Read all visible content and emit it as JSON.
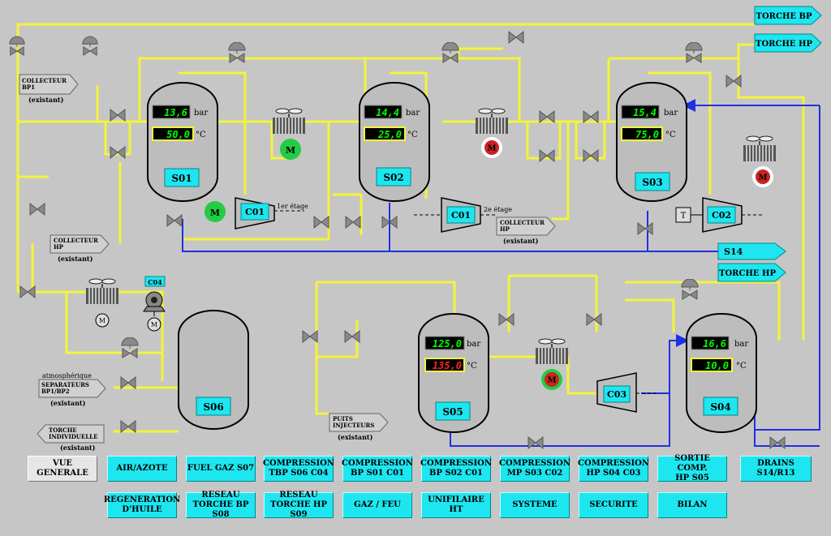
{
  "colors": {
    "background": "#c6c6c6",
    "pipe_yellow": "#f4f43a",
    "pipe_blue": "#2030e0",
    "button_cyan": "#1ee6f0",
    "motor_green": "#22cc44",
    "motor_red": "#cc2222",
    "display_green": "#00ff00",
    "display_red": "#ff2222"
  },
  "outlets": {
    "torche_bp": "TORCHE BP",
    "torche_hp_top": "TORCHE HP",
    "s14": "S14",
    "torche_hp_mid": "TORCHE HP"
  },
  "inlets": {
    "collecteur_bp1": {
      "label": "COLLECTEUR\nBP1",
      "note": "(existant)"
    },
    "collecteur_hp_left": {
      "label": "COLLECTEUR\nHP",
      "note": "(existant)"
    },
    "collecteur_hp_mid": {
      "label": "COLLECTEUR\nHP",
      "note": "(existant)"
    },
    "separateurs": {
      "label": "SEPARATEURS\nBP1/BP2",
      "top_note": "atmosphérique",
      "note": "(existant)"
    },
    "torche_indiv": {
      "label": "TORCHE\nINDIVIDUELLE",
      "note": "(existant)"
    },
    "puits": {
      "label": "PUITS\nINJECTEURS",
      "note": "(existant)"
    }
  },
  "vessels": {
    "s01": {
      "name": "S01",
      "pressure": "13,6",
      "temperature": "50,0",
      "pressure_unit": "bar",
      "temperature_unit": "°C"
    },
    "s02": {
      "name": "S02",
      "pressure": "14,4",
      "temperature": "25,0",
      "pressure_unit": "bar",
      "temperature_unit": "°C"
    },
    "s03": {
      "name": "S03",
      "pressure": "15,4",
      "temperature": "75,0",
      "pressure_unit": "bar",
      "temperature_unit": "°C"
    },
    "s05": {
      "name": "S05",
      "pressure": "125,0",
      "temperature": "135,0",
      "pressure_unit": "bar",
      "temperature_unit": "°C"
    },
    "s04": {
      "name": "S04",
      "pressure": "16,6",
      "temperature": "10,0",
      "pressure_unit": "bar",
      "temperature_unit": "°C"
    },
    "s06": {
      "name": "S06"
    }
  },
  "compressors": {
    "c01_a": "C01",
    "c01_b": "C01",
    "c02": "C02",
    "c03": "C03",
    "c04": "C04",
    "stage1": "1er étage",
    "stage2": "2e étage"
  },
  "motor_label": "M",
  "transmitter_label": "T",
  "nav": {
    "row1": [
      "VUE GENERALE",
      "AIR/AZOTE",
      "FUEL GAZ S07",
      "COMPRESSION\nTBP S06  C04",
      "COMPRESSION\nBP S01  C01",
      "COMPRESSION\nBP S02  C01",
      "COMPRESSION\nMP S03  C02",
      "COMPRESSION\nHP S04  C03",
      "SORTIE COMP.\nHP S05",
      "DRAINS S14/R13"
    ],
    "row2": [
      "REGENERATION\nD'HUILE",
      "RESEAU\nTORCHE BP S08",
      "RESEAU\nTORCHE HP S09",
      "GAZ / FEU",
      "UNIFILAIRE HT",
      "SYSTEME",
      "SECURITE",
      "BILAN"
    ]
  }
}
